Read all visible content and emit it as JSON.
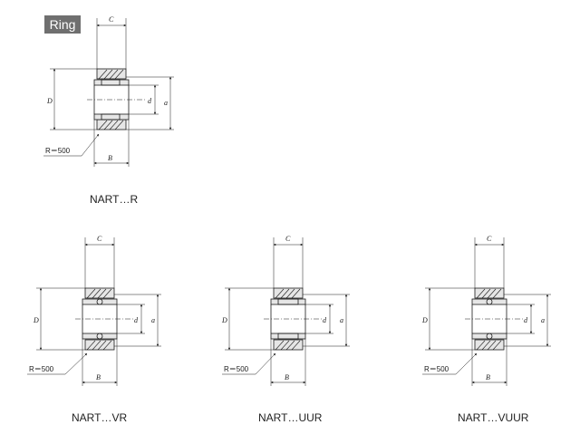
{
  "section_label": "Ring",
  "diagrams": [
    {
      "caption": "NART…R",
      "labels": {
        "C": "C",
        "D": "D",
        "d": "d",
        "a": "a",
        "B": "B",
        "R": "R＝500"
      }
    },
    {
      "caption": "NART…VR",
      "labels": {
        "C": "C",
        "D": "D",
        "d": "d",
        "a": "a",
        "B": "B",
        "R": "R＝500"
      }
    },
    {
      "caption": "NART…UUR",
      "labels": {
        "C": "C",
        "D": "D",
        "d": "d",
        "a": "a",
        "B": "B",
        "R": "R＝500"
      }
    },
    {
      "caption": "NART…VUUR",
      "labels": {
        "C": "C",
        "D": "D",
        "d": "d",
        "a": "a",
        "B": "B",
        "R": "R＝500"
      }
    }
  ]
}
